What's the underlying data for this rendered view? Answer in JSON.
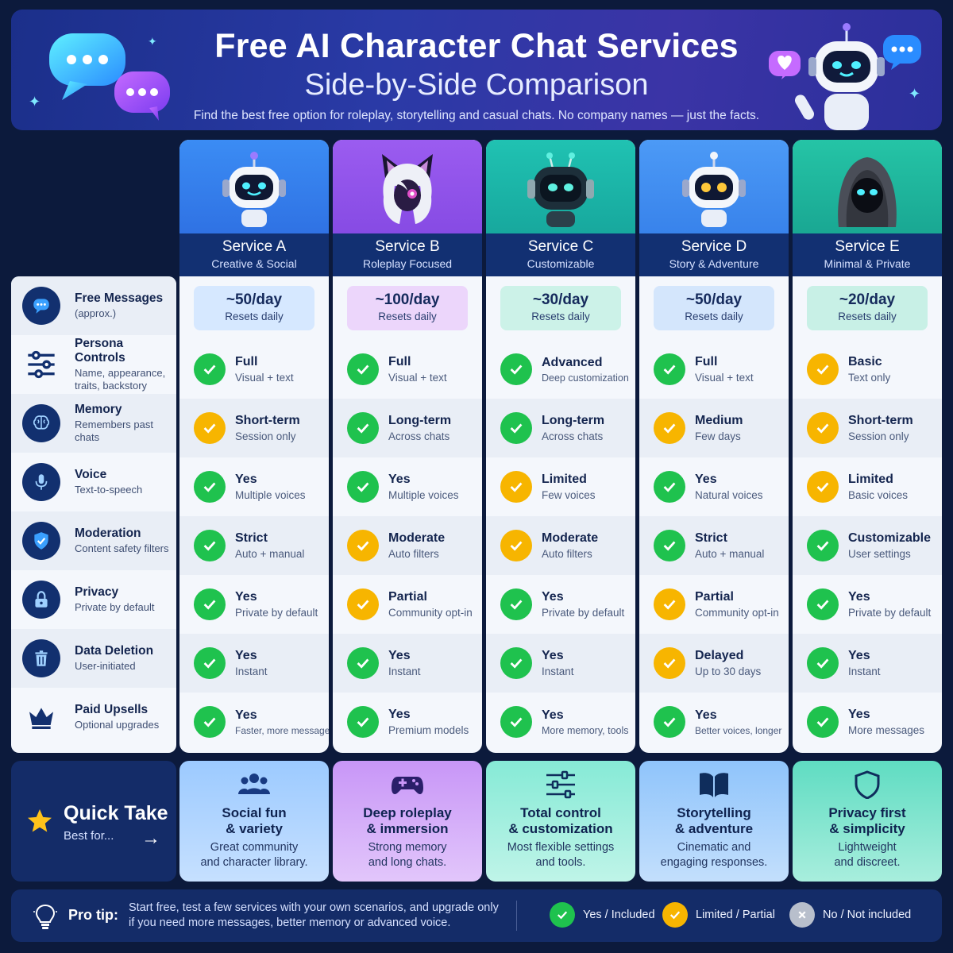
{
  "header": {
    "title": "Free AI Character Chat Services",
    "subtitle": "Side-by-Side Comparison",
    "tagline": "Find the best free option for roleplay, storytelling and casual chats. No company names — just the facts."
  },
  "rows": [
    {
      "label": "Free Messages",
      "sub": "(approx.)",
      "icon": "chat-bubble-icon"
    },
    {
      "label": "Persona Controls",
      "sub": "Name, appearance, traits, backstory",
      "icon": "sliders-icon"
    },
    {
      "label": "Memory",
      "sub": "Remembers past chats",
      "icon": "brain-icon"
    },
    {
      "label": "Voice",
      "sub": "Text-to-speech",
      "icon": "microphone-icon"
    },
    {
      "label": "Moderation",
      "sub": "Content safety filters",
      "icon": "shield-check-icon"
    },
    {
      "label": "Privacy",
      "sub": "Private by default",
      "icon": "lock-icon"
    },
    {
      "label": "Data Deletion",
      "sub": "User-initiated",
      "icon": "trash-icon"
    },
    {
      "label": "Paid Upsells",
      "sub": "Optional upgrades",
      "icon": "crown-icon"
    }
  ],
  "services": [
    {
      "name": "Service A",
      "desc": "Creative & Social",
      "messages": "~50/day",
      "reset": "Resets daily",
      "cells": [
        {
          "status": "yes",
          "v": "Full",
          "d": "Visual + text"
        },
        {
          "status": "limited",
          "v": "Short-term",
          "d": "Session only"
        },
        {
          "status": "yes",
          "v": "Yes",
          "d": "Multiple voices"
        },
        {
          "status": "yes",
          "v": "Strict",
          "d": "Auto + manual"
        },
        {
          "status": "yes",
          "v": "Yes",
          "d": "Private by default"
        },
        {
          "status": "yes",
          "v": "Yes",
          "d": "Instant"
        },
        {
          "status": "yes",
          "v": "Yes",
          "d": "Faster, more messages"
        }
      ],
      "quick": {
        "title1": "Social fun",
        "title2": "& variety",
        "desc1": "Great community",
        "desc2": "and character library."
      }
    },
    {
      "name": "Service B",
      "desc": "Roleplay Focused",
      "messages": "~100/day",
      "reset": "Resets daily",
      "cells": [
        {
          "status": "yes",
          "v": "Full",
          "d": "Visual + text"
        },
        {
          "status": "yes",
          "v": "Long-term",
          "d": "Across chats"
        },
        {
          "status": "yes",
          "v": "Yes",
          "d": "Multiple voices"
        },
        {
          "status": "limited",
          "v": "Moderate",
          "d": "Auto filters"
        },
        {
          "status": "limited",
          "v": "Partial",
          "d": "Community opt-in"
        },
        {
          "status": "yes",
          "v": "Yes",
          "d": "Instant"
        },
        {
          "status": "yes",
          "v": "Yes",
          "d": "Premium models"
        }
      ],
      "quick": {
        "title1": "Deep roleplay",
        "title2": "& immersion",
        "desc1": "Strong memory",
        "desc2": "and long chats."
      }
    },
    {
      "name": "Service C",
      "desc": "Customizable",
      "messages": "~30/day",
      "reset": "Resets daily",
      "cells": [
        {
          "status": "yes",
          "v": "Advanced",
          "d": "Deep customization"
        },
        {
          "status": "yes",
          "v": "Long-term",
          "d": "Across chats"
        },
        {
          "status": "limited",
          "v": "Limited",
          "d": "Few voices"
        },
        {
          "status": "limited",
          "v": "Moderate",
          "d": "Auto filters"
        },
        {
          "status": "yes",
          "v": "Yes",
          "d": "Private by default"
        },
        {
          "status": "yes",
          "v": "Yes",
          "d": "Instant"
        },
        {
          "status": "yes",
          "v": "Yes",
          "d": "More memory, tools"
        }
      ],
      "quick": {
        "title1": "Total control",
        "title2": "& customization",
        "desc1": "Most flexible settings",
        "desc2": "and tools."
      }
    },
    {
      "name": "Service D",
      "desc": "Story & Adventure",
      "messages": "~50/day",
      "reset": "Resets daily",
      "cells": [
        {
          "status": "yes",
          "v": "Full",
          "d": "Visual + text"
        },
        {
          "status": "limited",
          "v": "Medium",
          "d": "Few days"
        },
        {
          "status": "yes",
          "v": "Yes",
          "d": "Natural voices"
        },
        {
          "status": "yes",
          "v": "Strict",
          "d": "Auto + manual"
        },
        {
          "status": "limited",
          "v": "Partial",
          "d": "Community opt-in"
        },
        {
          "status": "limited",
          "v": "Delayed",
          "d": "Up to 30 days"
        },
        {
          "status": "yes",
          "v": "Yes",
          "d": "Better voices, longer"
        }
      ],
      "quick": {
        "title1": "Storytelling",
        "title2": "& adventure",
        "desc1": "Cinematic and",
        "desc2": "engaging responses."
      }
    },
    {
      "name": "Service E",
      "desc": "Minimal & Private",
      "messages": "~20/day",
      "reset": "Resets daily",
      "cells": [
        {
          "status": "limited",
          "v": "Basic",
          "d": "Text only"
        },
        {
          "status": "limited",
          "v": "Short-term",
          "d": "Session only"
        },
        {
          "status": "limited",
          "v": "Limited",
          "d": "Basic voices"
        },
        {
          "status": "yes",
          "v": "Customizable",
          "d": "User settings"
        },
        {
          "status": "yes",
          "v": "Yes",
          "d": "Private by default"
        },
        {
          "status": "yes",
          "v": "Yes",
          "d": "Instant"
        },
        {
          "status": "yes",
          "v": "Yes",
          "d": "More messages"
        }
      ],
      "quick": {
        "title1": "Privacy first",
        "title2": "& simplicity",
        "desc1": "Lightweight",
        "desc2": "and discreet."
      }
    }
  ],
  "quick_take": {
    "title": "Quick Take",
    "sub": "Best for..."
  },
  "footer": {
    "label": "Pro tip:",
    "text": "Start free, test a few services with your own scenarios, and upgrade only if you need more messages, better memory or advanced voice.",
    "legend": [
      {
        "status": "yes",
        "label": "Yes / Included",
        "color": "#1fc24e"
      },
      {
        "status": "limited",
        "label": "Limited / Partial",
        "color": "#f7b500"
      },
      {
        "status": "no",
        "label": "No / Not included",
        "color": "#b8bfcc"
      }
    ]
  },
  "colors": {
    "headerBlue": "#123072",
    "colA": "#2f7cf0",
    "colB": "#8a4fe6",
    "colC": "#17b3a6",
    "colD": "#3b8cf2",
    "colE": "#1fb89c"
  }
}
